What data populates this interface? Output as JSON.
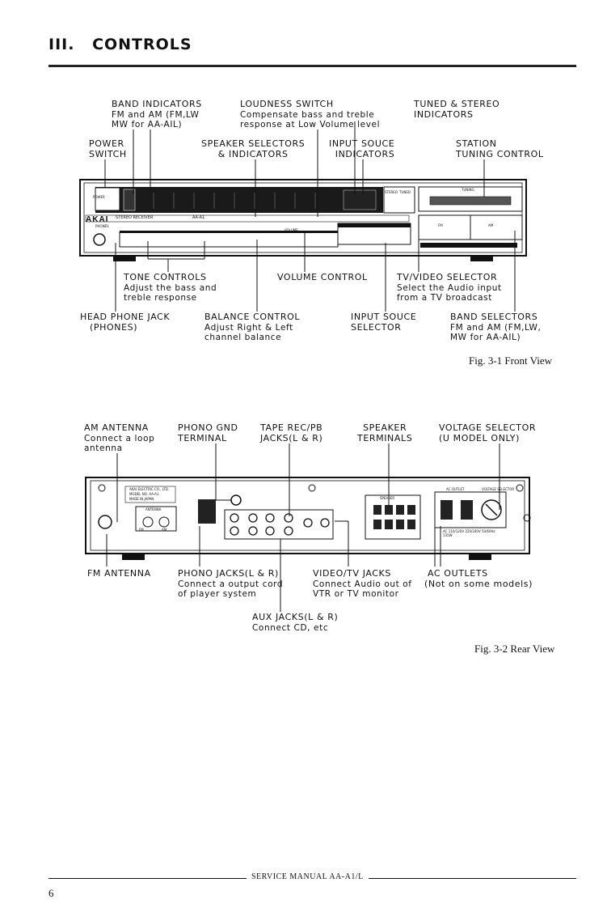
{
  "section": {
    "number": "III.",
    "title": "CONTROLS"
  },
  "front": {
    "caption": "Fig. 3-1  Front View",
    "labels": {
      "band_indicators": [
        "BAND INDICATORS",
        "FM and AM (FM,LW",
        "MW for AA-AIL)"
      ],
      "loudness": [
        "LOUDNESS SWITCH",
        "Compensate bass and treble",
        "response at Low Volume level"
      ],
      "tuned_stereo": [
        "TUNED & STEREO",
        "INDICATORS"
      ],
      "power": [
        "POWER",
        "SWITCH"
      ],
      "speaker_selectors": [
        "SPEAKER SELECTORS",
        "& INDICATORS"
      ],
      "input_souce_ind": [
        "INPUT SOUCE",
        "INDICATORS"
      ],
      "station": [
        "STATION",
        "TUNING CONTROL"
      ],
      "tone": [
        "TONE CONTROLS",
        "Adjust the bass and",
        "treble response"
      ],
      "volume": [
        "VOLUME CONTROL"
      ],
      "tv_video": [
        "TV/VIDEO SELECTOR",
        "Select the Audio input",
        "from a TV broadcast"
      ],
      "headphone": [
        "HEAD PHONE JACK",
        "(PHONES)"
      ],
      "balance": [
        "BALANCE CONTROL",
        "Adjust Right & Left",
        "channel balance"
      ],
      "input_souce_sel": [
        "INPUT SOUCE",
        "SELECTOR"
      ],
      "band_selectors": [
        "BAND SELECTORS",
        "FM and AM (FM,LW,",
        "MW for AA-AIL)"
      ]
    },
    "panel": {
      "brand": "AKAI",
      "model_line": "STEREO RECEIVER",
      "model": "AA-A1",
      "power_label": "POWER",
      "phones_label": "PHONES",
      "tuning_label": "TUNING",
      "fm_label": "FM",
      "am_label": "AM",
      "volume_label": "VOLUME",
      "stereo_label": "STEREO",
      "tuned_label": "TUNED"
    }
  },
  "rear": {
    "caption": "Fig. 3-2  Rear View",
    "labels": {
      "am_antenna": [
        "AM ANTENNA",
        "Connect a loop",
        "antenna"
      ],
      "phono_gnd": [
        "PHONO GND",
        "TERMINAL"
      ],
      "tape": [
        "TAPE REC/PB",
        "JACKS(L & R)"
      ],
      "speaker_terminals": [
        "SPEAKER",
        "TERMINALS"
      ],
      "voltage": [
        "VOLTAGE SELECTOR",
        "(U MODEL ONLY)"
      ],
      "fm_antenna": [
        "FM ANTENNA"
      ],
      "phono_jacks": [
        "PHONO JACKS(L & R)",
        "Connect a output cord",
        "of player system"
      ],
      "video_tv": [
        "VIDEO/TV JACKS",
        "Connect Audio out of",
        "VTR or TV monitor"
      ],
      "ac_outlets": [
        "AC OUTLETS",
        "(Not on some models)"
      ],
      "aux": [
        "AUX JACKS(L & R)",
        "Connect CD, etc"
      ]
    },
    "panel": {
      "maker": "AKAI ELECTRIC CO., LTD.",
      "model_no": "MODEL NO. AA-A1",
      "origin": "MADE IN JAPAN",
      "antenna": "ANTENNA",
      "speaker": "SPEAKER",
      "ac_outlet": "AC OUTLET",
      "voltage_selector": "VOLTAGE SELECTOR",
      "ac_rating": "AC 110/120V 220/240V 50/60Hz 135W",
      "fm": "FM",
      "am": "AM"
    }
  },
  "footer": {
    "title": "SERVICE MANUAL AA-A1/L",
    "page": "6"
  }
}
